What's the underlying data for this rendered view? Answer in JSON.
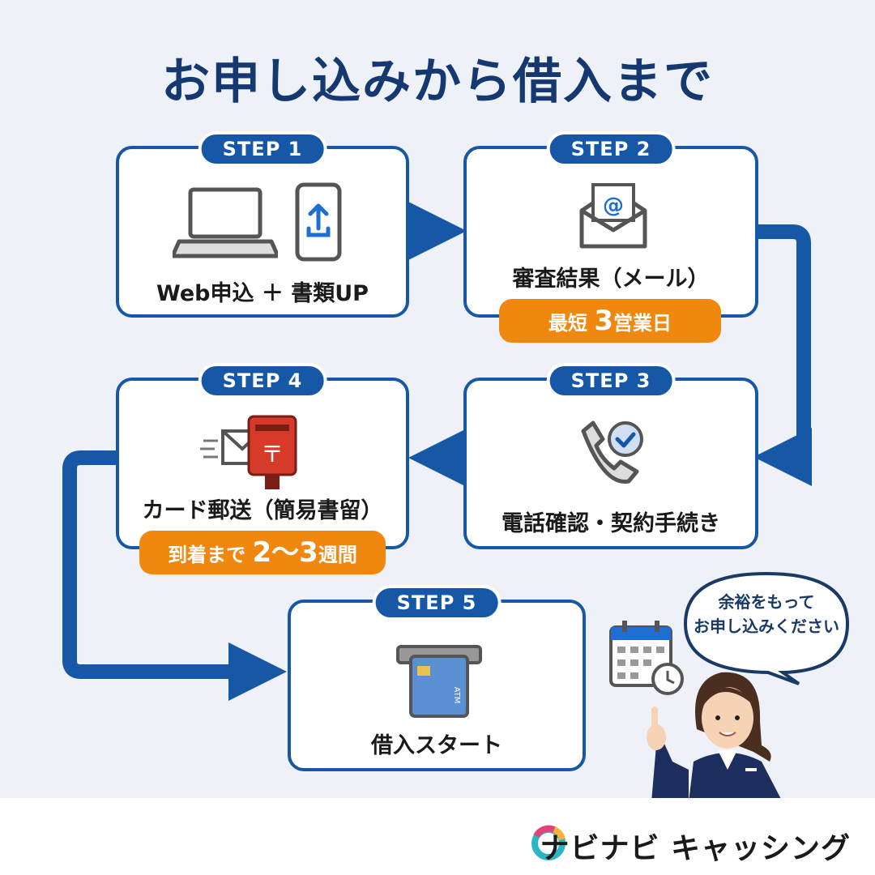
{
  "title": "お申し込みから借入まで",
  "steps": [
    {
      "step_label": "STEP 1",
      "text": "Web申込 ＋ 書類UP"
    },
    {
      "step_label": "STEP 2",
      "text": "審査結果（メール）",
      "badge": {
        "prefix": "最短 ",
        "emph": "3",
        "suffix": "営業日"
      }
    },
    {
      "step_label": "STEP 3",
      "text": "電話確認・契約手続き"
    },
    {
      "step_label": "STEP 4",
      "text": "カード郵送（簡易書留）",
      "badge": {
        "prefix": "到着まで ",
        "emph": "2〜3",
        "suffix": "週間"
      }
    },
    {
      "step_label": "STEP 5",
      "text": "借入スタート"
    }
  ],
  "bubble": {
    "line1": "余裕をもって",
    "line2": "お申し込みください"
  },
  "brand": {
    "name": "ナビナビ キャッシング"
  },
  "icons": {
    "step1": [
      "laptop-icon",
      "smartphone-upload-icon"
    ],
    "step2": "email-icon",
    "step3": "phone-check-icon",
    "step4": [
      "envelope-icon",
      "mailbox-icon"
    ],
    "step5": "atm-card-icon",
    "extra": [
      "calendar-clock-icon",
      "staff-illustration"
    ]
  },
  "colors": {
    "primary": "#1657a6",
    "accent": "#f0870f",
    "title": "#14386f",
    "background": "#eef1f7"
  },
  "atm_card_text": "ATM",
  "mailbox_mark": "〒"
}
